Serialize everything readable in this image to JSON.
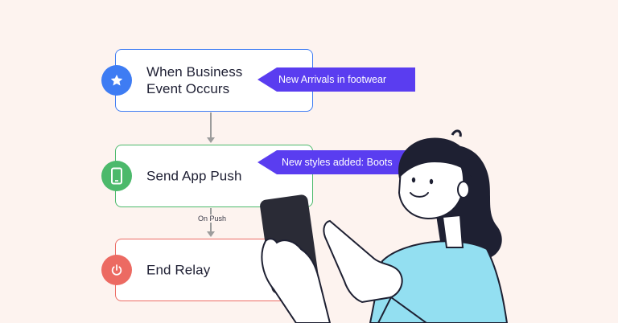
{
  "nodes": [
    {
      "label": "When Business Event Occurs",
      "line1": "When Business",
      "line2": "Event Occurs",
      "icon": "star-icon",
      "color": "#3e7cf3"
    },
    {
      "label": "Send App Push",
      "icon": "phone-icon",
      "color": "#4cb96b"
    },
    {
      "label": "End Relay",
      "icon": "power-icon",
      "color": "#ec6a62"
    }
  ],
  "edges": [
    {
      "from": "When Business Event Occurs",
      "to": "Send App Push",
      "label": ""
    },
    {
      "from": "Send App Push",
      "to": "End Relay",
      "label": "On Push"
    }
  ],
  "tags": [
    {
      "text": "New Arrivals in footwear",
      "color": "#5a3df0"
    },
    {
      "text": "New styles added: Boots",
      "color": "#5a3df0"
    }
  ]
}
